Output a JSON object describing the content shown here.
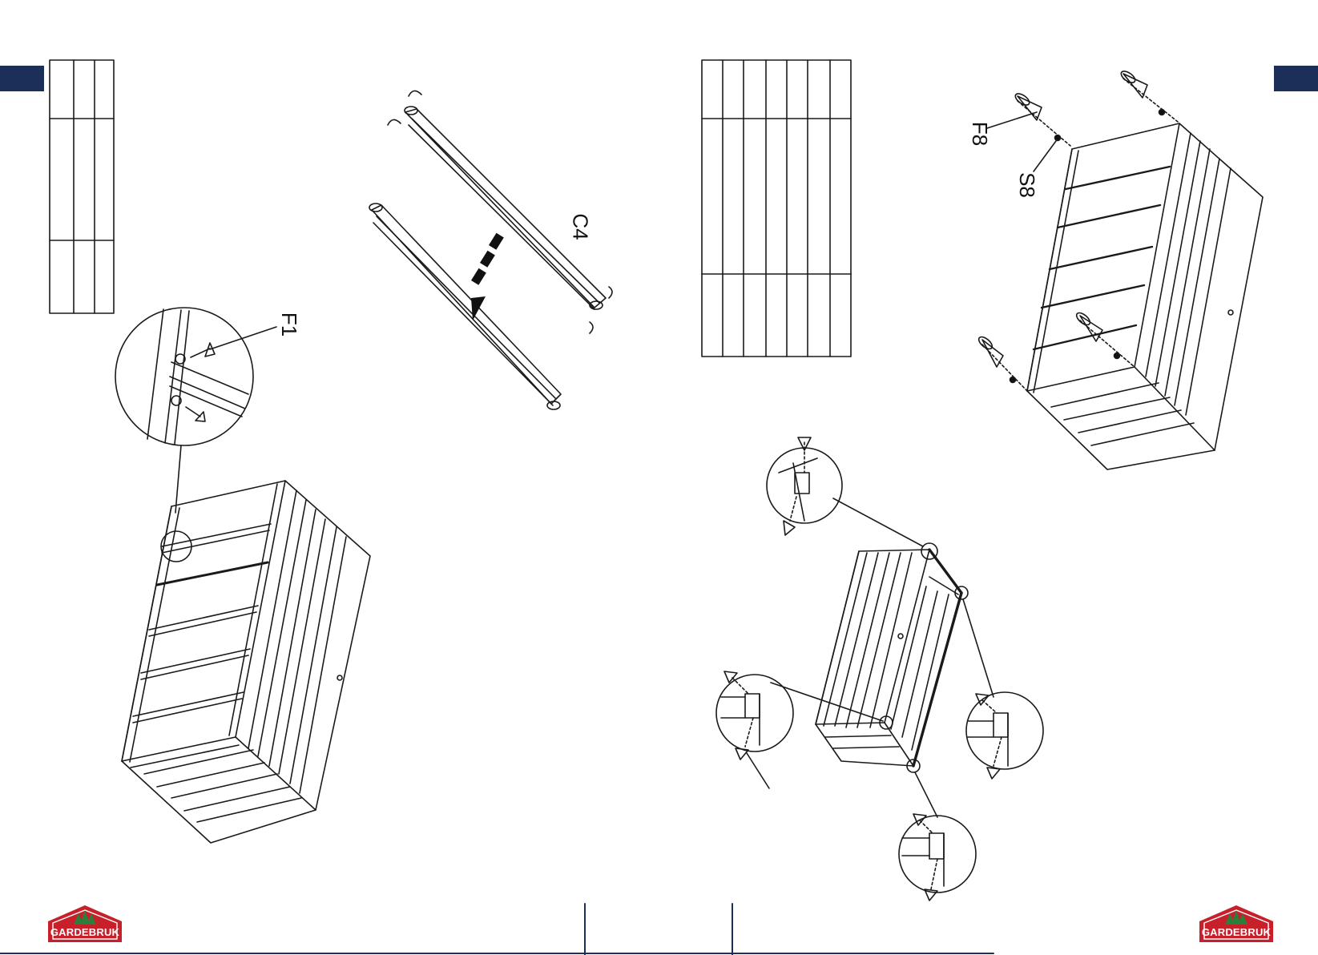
{
  "callouts": {
    "f1": "F1",
    "c4": "C4",
    "f8": "F8",
    "s8": "S8"
  },
  "brand": {
    "name": "GARDEBRUK",
    "navy": "#1b2f58",
    "red": "#c8202a",
    "green": "#2f7d3a"
  },
  "icons": {
    "logo": "gardebruk-logo-icon",
    "arrow": "dashed-arrow-icon",
    "rotate": "rotate-arrow-icon",
    "screw": "screw-icon"
  }
}
